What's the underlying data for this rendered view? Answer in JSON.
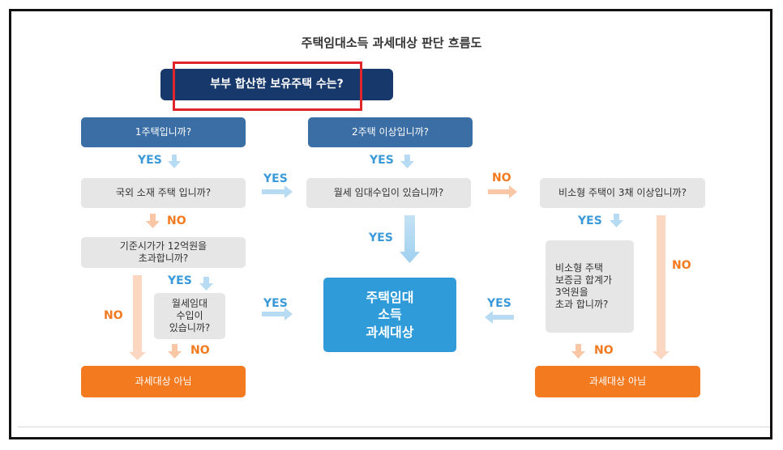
{
  "title": "주택임대소득 과세대상 판단 흐름도",
  "start": "부부 합산한 보유주택 수는?",
  "col_left": {
    "head": "1주택입니까?",
    "q1": "국외 소재 주택 입니까?",
    "q2": "기준시가가 12억원을\n초과합니까?",
    "q3": "월세임대\n수입이\n있습니까?",
    "result": "과세대상 아님"
  },
  "col_mid": {
    "head": "2주택 이상입니까?",
    "q1": "월세 임대수입이 있습니까?",
    "result": "주택임대\n소득\n과세대상"
  },
  "col_right": {
    "q1": "비소형 주택이 3채 이상입니까?",
    "q2": "비소형 주택\n보증금 합계가\n3억원을\n초과 합니까?",
    "result": "과세대상 아님"
  },
  "labels": {
    "yes": "YES",
    "no": "NO"
  },
  "colors": {
    "dark": "#17386a",
    "blue": "#3a6ea5",
    "result": "#2f9bd9",
    "orange": "#f47a20",
    "highlight": "#e0252b"
  }
}
